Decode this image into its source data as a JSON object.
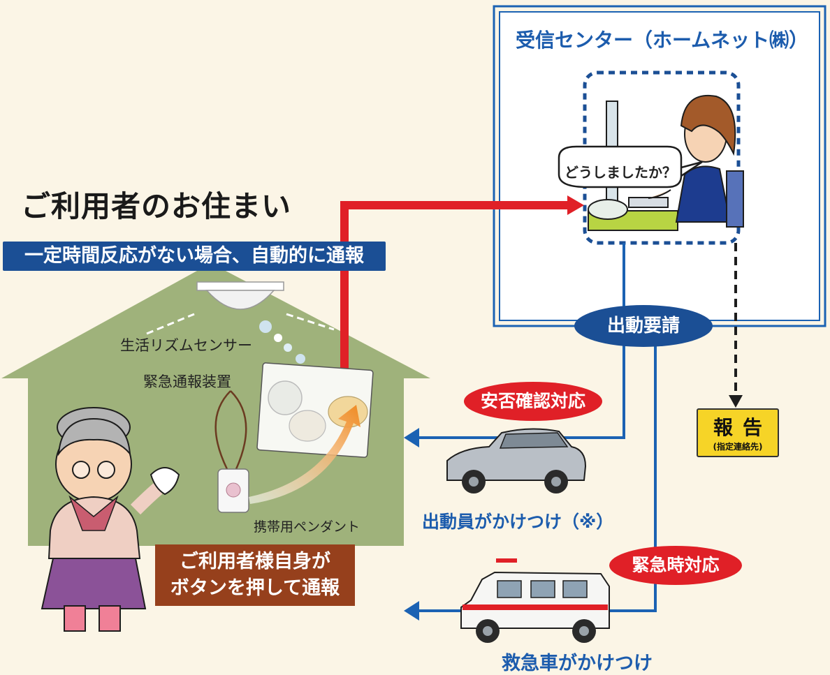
{
  "home": {
    "title": "ご利用者のお住まい",
    "auto_banner": "一定時間反応がない場合、自動的に通報",
    "sensor_label": "生活リズムセンサー",
    "device_label": "緊急通報装置",
    "pendant_label": "携帯用ペンダント",
    "manual_banner_line1": "ご利用者様自身が",
    "manual_banner_line2": "ボタンを押して通報"
  },
  "center": {
    "title": "受信センター（ホームネット㈱）",
    "operator_speech": "どうしましたか？",
    "dispatch_label": "出動要請"
  },
  "report": {
    "title": "報告",
    "subtitle": "(指定連絡先)"
  },
  "responses": {
    "safety_check": "安否確認対応",
    "staff_label": "出動員がかけつけ（※）",
    "emergency": "緊急時対応",
    "ambulance_label": "救急車がかけつけ"
  },
  "colors": {
    "background": "#fbf5e6",
    "house": "#9fb27b",
    "blue_banner": "#1b4f95",
    "brown_banner": "#96401c",
    "red_arrow": "#e02027",
    "blue_line": "#1b62b3",
    "report_yellow": "#f6d427",
    "text_blue": "#1c5cad"
  }
}
